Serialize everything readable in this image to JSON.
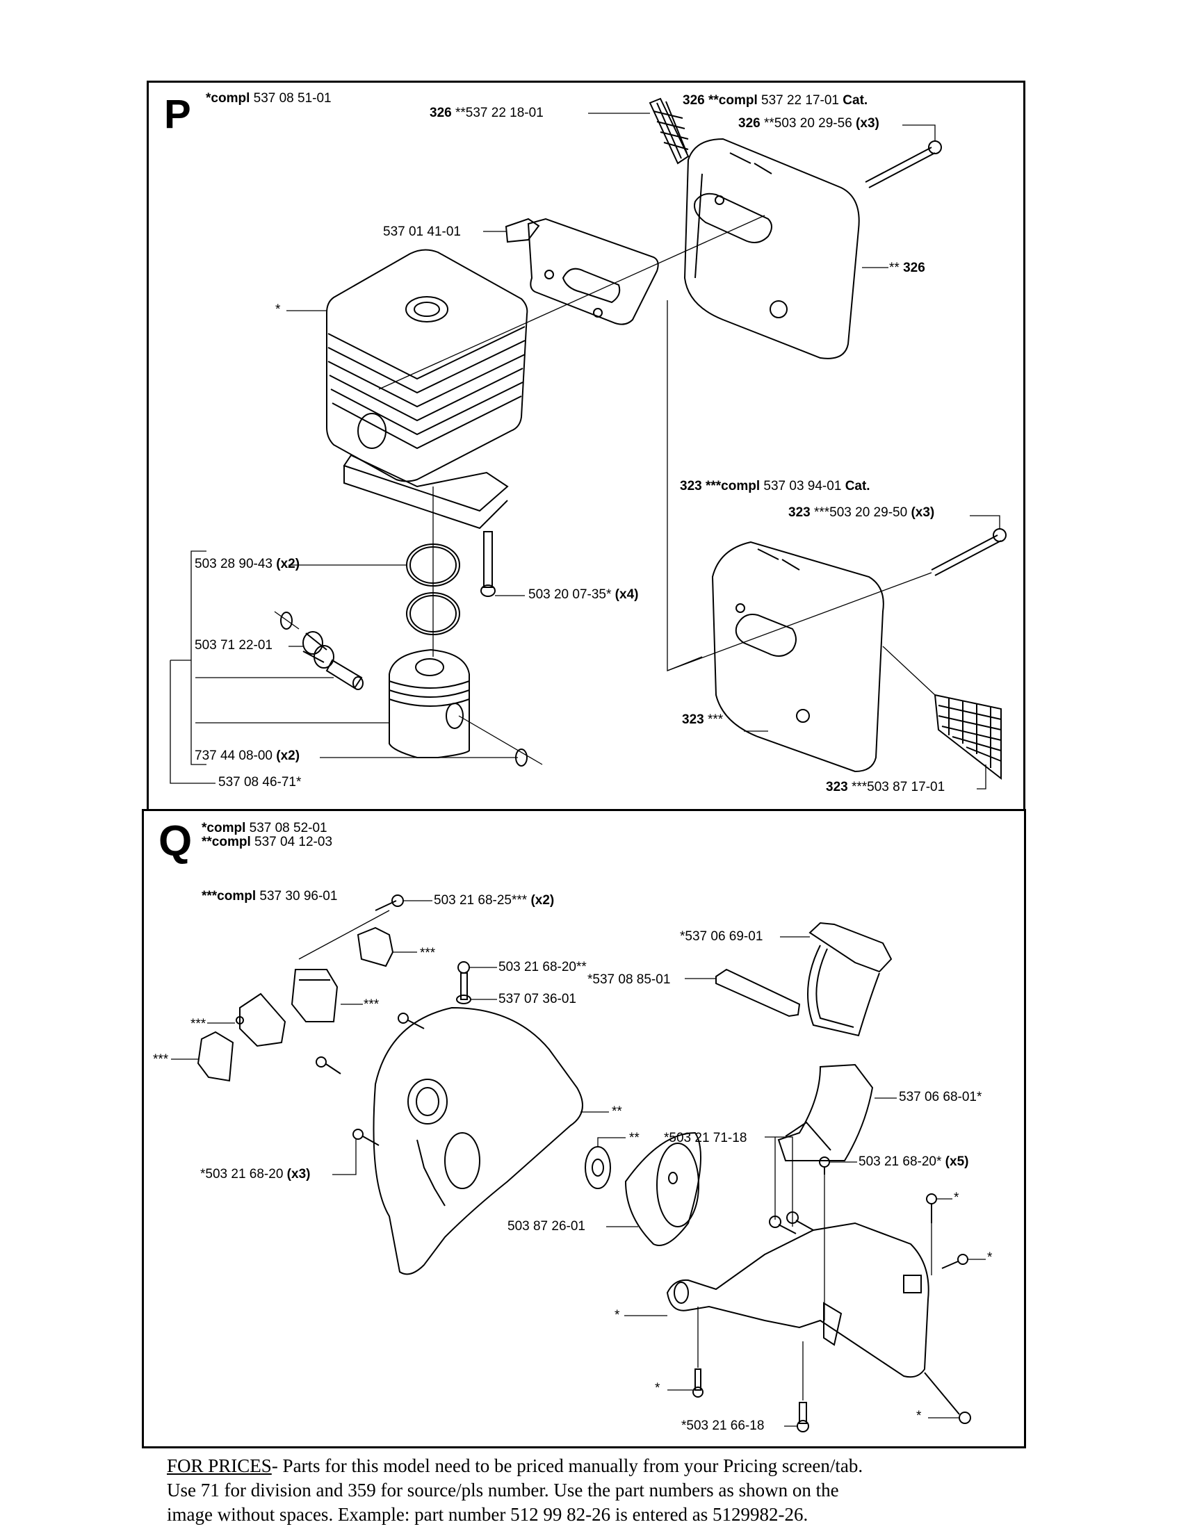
{
  "panels": {
    "P": {
      "letter": "P",
      "compl_prefix": "*compl",
      "compl_number": "537 08 51-01",
      "labels": {
        "l326_screen_ref": "326",
        "l326_screen_num": "**537 22 18-01",
        "l326_compl_ref": "326",
        "l326_compl_star": "**compl",
        "l326_compl_num": "537 22 17-01",
        "l326_compl_cat": "Cat.",
        "l326_screw_ref": "326",
        "l326_screw_num": "**503 20 29-56",
        "l326_screw_qty": "(x3)",
        "bracket": "537 01 41-01",
        "muffler326_star": "**",
        "muffler326_ref": "326",
        "cylinder_star": "*",
        "l323_compl_ref": "323",
        "l323_compl_star": "***compl",
        "l323_compl_num": "537 03 94-01",
        "l323_compl_cat": "Cat.",
        "l323_screw_ref": "323",
        "l323_screw_num": "***503 20 29-50",
        "l323_screw_qty": "(x3)",
        "rings_num": "503 28 90-43",
        "rings_qty": "(x2)",
        "cyl_screw_num": "503 20 07-35*",
        "cyl_screw_qty": "(x4)",
        "bearing": "503 71 22-01",
        "muffler323_ref": "323",
        "muffler323_star": "***",
        "circlip_num": "737 44 08-00",
        "circlip_qty": "(x2)",
        "piston_kit": "537 08 46-71*",
        "l323_screen_ref": "323",
        "l323_screen_num": "***503 87 17-01"
      }
    },
    "Q": {
      "letter": "Q",
      "compl1_prefix": "*compl",
      "compl1_number": "537 08 52-01",
      "compl2_prefix": "**compl",
      "compl2_number": "537 04 12-03",
      "compl3_prefix": "***compl",
      "compl3_number": "537 30 96-01",
      "labels": {
        "screw_25_num": "503 21 68-25***",
        "screw_25_qty": "(x2)",
        "guard_69": "*537 06 69-01",
        "stars_a": "***",
        "screw_20_2star": "503 21 68-20**",
        "plate_85": "*537 08 85-01",
        "stars_b": "***",
        "washer_36": "537 07 36-01",
        "stars_c": "***",
        "stars_d": "***",
        "cover_68": "537 06 68-01*",
        "crankcase_star": "**",
        "bearing_star": "**",
        "screw_71_18": "*503 21 71-18",
        "screw_20_x3_num": "*503 21 68-20",
        "screw_20_x3_qty": "(x3)",
        "screw_20_x5_num": "503 21 68-20*",
        "screw_20_x5_qty": "(x5)",
        "star_right1": "*",
        "clutch_drum": "503 87 26-01",
        "star_right2": "*",
        "star_left1": "*",
        "star_left2": "*",
        "star_bottom": "*",
        "screw_66_18": "*503 21 66-18"
      }
    }
  },
  "footer": {
    "heading": "FOR PRICES",
    "line1": "- Parts for this model need to be priced manually from your Pricing screen/tab.",
    "line2": "Use 71 for division and 359 for source/pls number.  Use the part numbers as shown on the",
    "line3": "image without spaces.  Example: part number 512 99 82-26 is entered as 5129982-26."
  }
}
